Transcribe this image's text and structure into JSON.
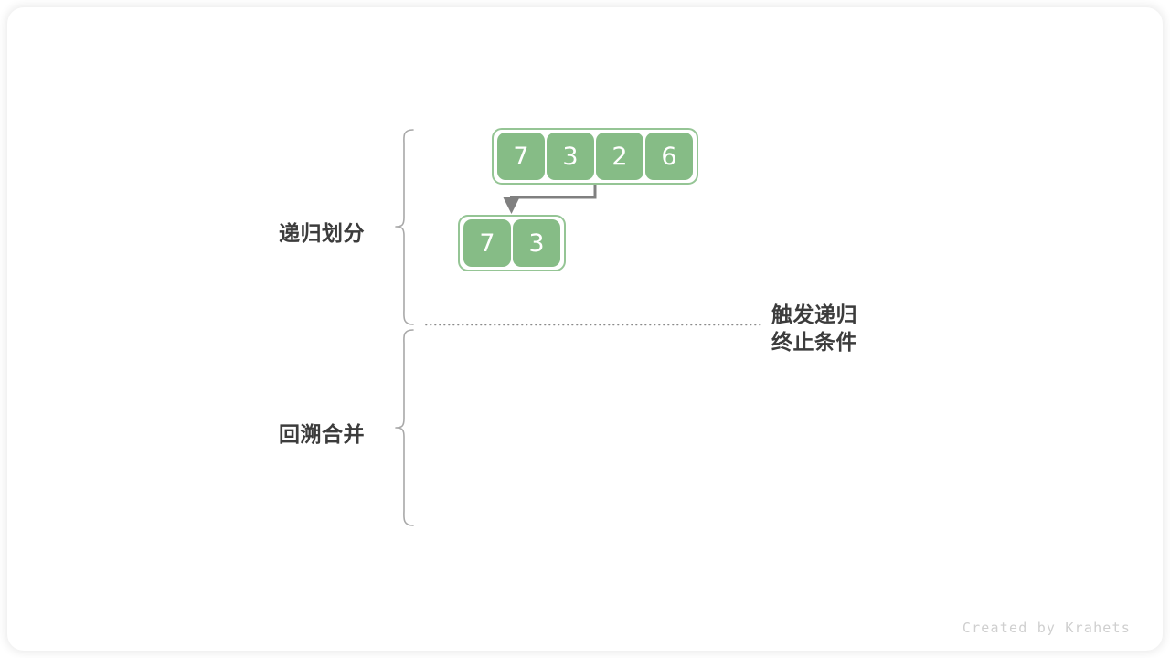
{
  "diagram": {
    "title": "merge-sort-recursive-divide-and-merge",
    "background_color": "#ffffff",
    "card_color": "#ffffff"
  },
  "phases": [
    {
      "id": "divide",
      "label": "递归划分"
    },
    {
      "id": "merge",
      "label": "回溯合并"
    }
  ],
  "annotation": {
    "line1": "触发递归",
    "line2": "终止条件"
  },
  "arrays": [
    {
      "id": "root",
      "values": [
        "7",
        "3",
        "2",
        "6"
      ],
      "fill": "#86bc86",
      "border": "#95c595",
      "text_color": "#ffffff"
    },
    {
      "id": "left-sub",
      "values": [
        "7",
        "3"
      ],
      "fill": "#86bc86",
      "border": "#95c595",
      "text_color": "#ffffff"
    }
  ],
  "connectors": [
    {
      "id": "split-arrow",
      "from_array": "root",
      "to_array": "left-sub",
      "color": "#808080",
      "style": "elbow-with-arrowhead"
    }
  ],
  "divider": {
    "id": "recursion-terminate-divider",
    "style": "dotted",
    "color": "#8a8a8a"
  },
  "braces": [
    {
      "id": "divide-brace",
      "color": "#a8a8a8"
    },
    {
      "id": "merge-brace",
      "color": "#a8a8a8"
    }
  ],
  "watermark": {
    "text": "Created by Krahets",
    "color": "#cfcfcf"
  }
}
